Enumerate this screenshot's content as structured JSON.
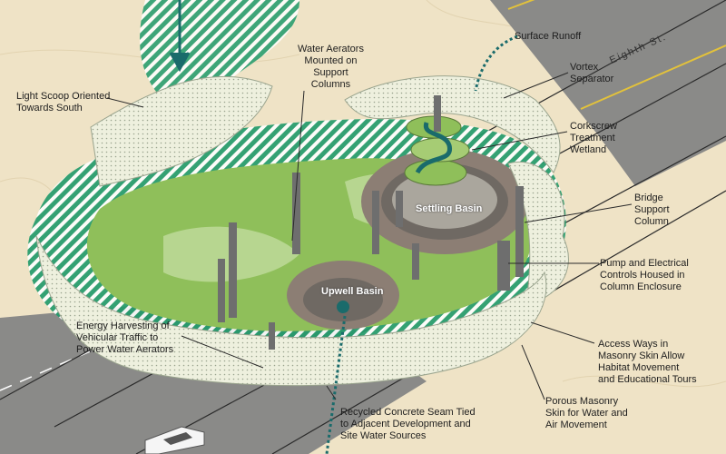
{
  "street_name": "Eighth St.",
  "labels": {
    "surface_runoff": "Surface Runoff",
    "water_aerators": [
      "Water Aerators",
      "Mounted on",
      "Support",
      "Columns"
    ],
    "light_scoop": [
      "Light Scoop Oriented",
      "Towards South"
    ],
    "vortex_separator": [
      "Vortex",
      "Separator"
    ],
    "corkscrew": [
      "Corkscrew",
      "Treatment",
      "Wetland"
    ],
    "bridge_support": [
      "Bridge",
      "Support",
      "Column"
    ],
    "pump_electrical": [
      "Pump and Electrical",
      "Controls Housed in",
      "Column Enclosure"
    ],
    "energy_harvesting": [
      "Energy Harvesting of",
      "Vehicular Traffic to",
      "Power Water Aerators"
    ],
    "access_ways": [
      "Access Ways in",
      "Masonry Skin Allow",
      "Habitat Movement",
      "and Educational Tours"
    ],
    "porous_masonry": [
      "Porous Masonry",
      "Skin for Water and",
      "Air Movement"
    ],
    "recycled_concrete": [
      "Recycled Concrete Seam Tied",
      "to Adjacent Development and",
      "Site Water Sources"
    ],
    "settling_basin": "Settling Basin",
    "upwell_basin": "Upwell Basin"
  },
  "colors": {
    "background": "#efe3c6",
    "road": "#8a8a88",
    "road_line": "#e3c23a",
    "wetland_green": "#8fbf5a",
    "hatch_green": "#1f9a6a",
    "wall": "#e9ead8",
    "arrow_teal": "#1a6b6b"
  }
}
